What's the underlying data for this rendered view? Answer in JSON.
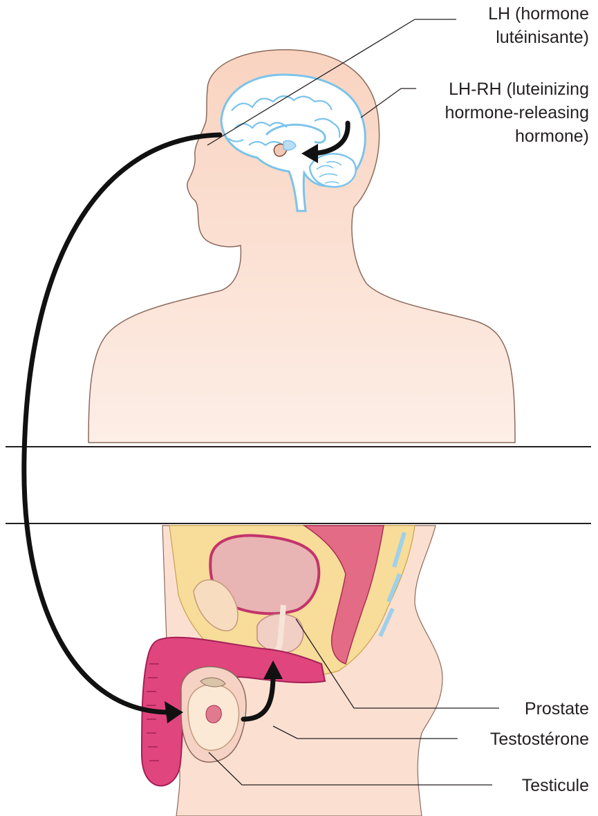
{
  "labels": {
    "lh_line1": "LH (hormone",
    "lh_line2": "lutéinisante)",
    "lhrh_line1": "LH-RH (luteinizing",
    "lhrh_line2": "hormone-releasing",
    "lhrh_line3": "hormone)",
    "prostate": "Prostate",
    "testosterone": "Testostérone",
    "testicule": "Testicule"
  },
  "colors": {
    "skin": "#fbd9c8",
    "skin_light": "#fde9df",
    "brain_outline": "#7cc3ea",
    "brain_fill": "#ffffff",
    "arrow": "#111111",
    "bladder_fill": "#e8b4b4",
    "penis_pink": "#e0457e",
    "fat_yellow": "#f7dc9a"
  }
}
